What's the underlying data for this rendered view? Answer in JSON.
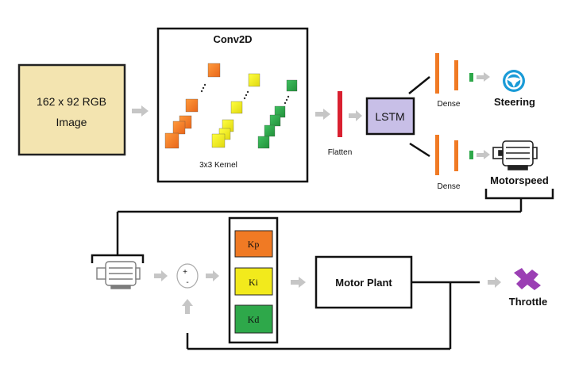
{
  "input_block": {
    "line1": "162 x 92 RGB",
    "line2": "Image"
  },
  "conv": {
    "title": "Conv2D",
    "kernel": "3x3 Kernel"
  },
  "flatten": {
    "label": "Flatten"
  },
  "lstm": {
    "label": "LSTM"
  },
  "dense_top": {
    "label": "Dense"
  },
  "dense_bottom": {
    "label": "Dense"
  },
  "outputs": {
    "steering": "Steering",
    "motorspeed": "Motorspeed",
    "throttle": "Throttle"
  },
  "pid": {
    "kp": "Kp",
    "ki": "Ki",
    "kd": "Kd"
  },
  "summing": {
    "plus": "+",
    "minus": "-"
  },
  "plant": {
    "label": "Motor Plant"
  },
  "colors": {
    "input_fill": "#f3e4b0",
    "orange": "#f07a24",
    "yellow": "#f2ea1c",
    "green": "#2ea84a",
    "flatten_red": "#d92030",
    "lstm_fill": "#c8bfe7",
    "steering_blue": "#1a9bd7",
    "throttle_purple": "#9b3fb4",
    "arrow_gray": "#c6c6c6"
  },
  "icons": [
    "steering-wheel-icon",
    "motor-icon",
    "throttle-icon"
  ]
}
